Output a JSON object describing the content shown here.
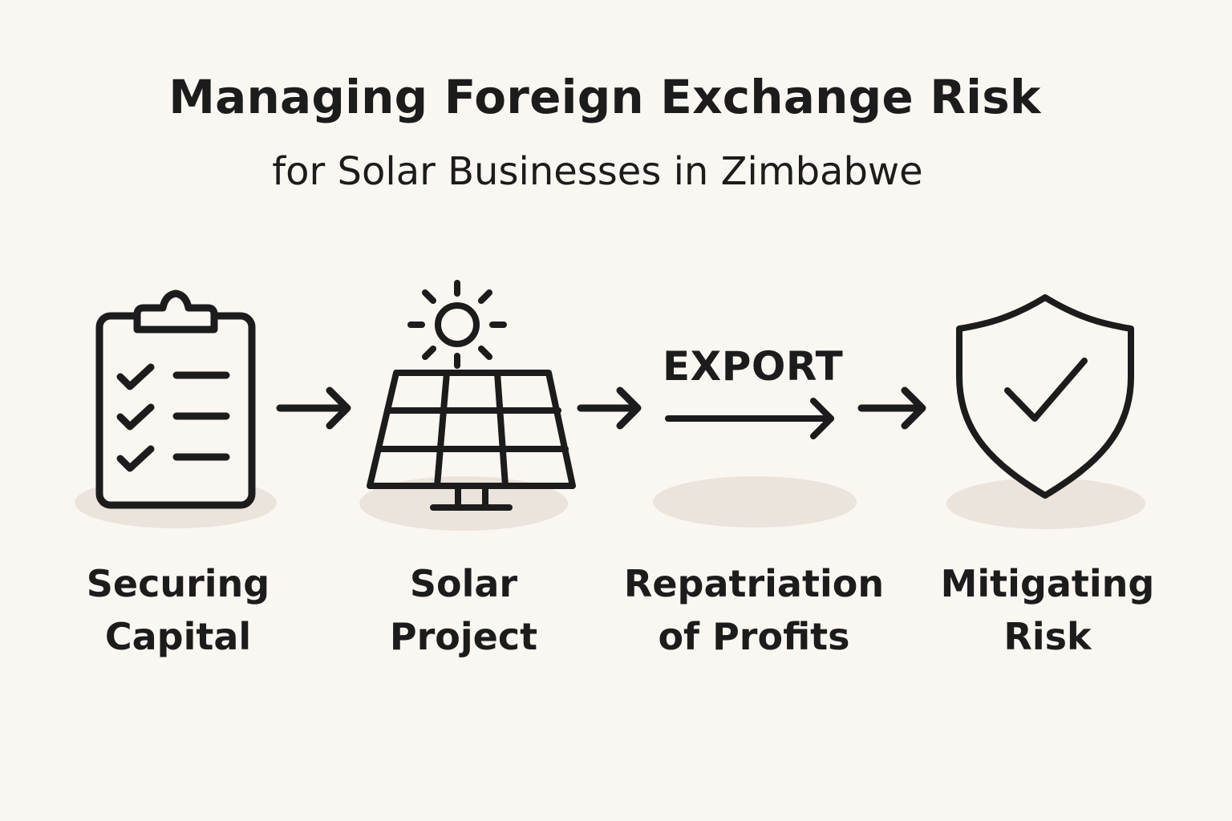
{
  "header": {
    "title": "Managing Foreign Exchange Risk",
    "subtitle": "for Solar Businesses in Zimbabwe"
  },
  "colors": {
    "background": "#faf7f3",
    "ink": "#1c1c1c",
    "shadow": "#ebe4dc"
  },
  "steps": [
    {
      "icon": "clipboard-checklist-icon",
      "label_line1": "Securing",
      "label_line2": "Capital"
    },
    {
      "icon": "solar-panel-icon",
      "label_line1": "Solar",
      "label_line2": "Project"
    },
    {
      "icon": "export-arrow-icon",
      "label_line1": "Repatriation",
      "label_line2": "of Profits",
      "inline_text": "EXPORT"
    },
    {
      "icon": "shield-check-icon",
      "label_line1": "Mitigating",
      "label_line2": "Risk"
    }
  ]
}
